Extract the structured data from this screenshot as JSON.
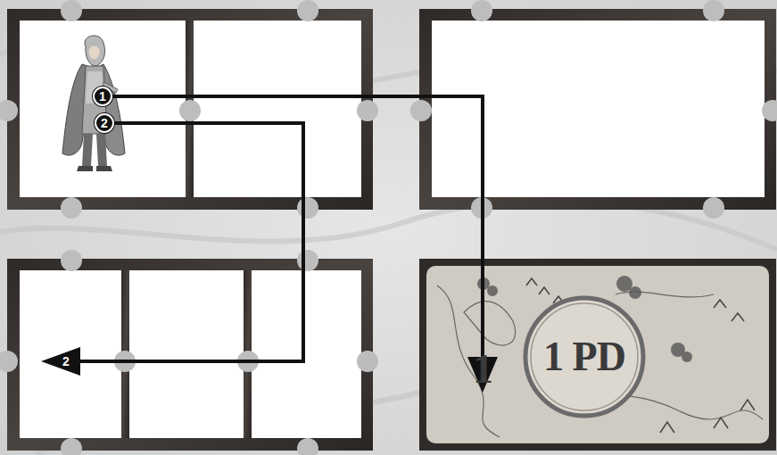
{
  "diagram": {
    "nodes": [
      {
        "text": [
          "1"
        ]
      },
      {
        "text": [
          "2"
        ]
      },
      {
        "text": [
          "1 PD"
        ]
      },
      {
        "text": [
          "1"
        ],
        "in": 2
      },
      {
        "text": [
          "2"
        ]
      }
    ],
    "edges": [
      {
        "from": 0,
        "to": 3,
        "arrow": "none"
      },
      {
        "from": 1,
        "to": 4,
        "arrow": "none"
      }
    ]
  }
}
